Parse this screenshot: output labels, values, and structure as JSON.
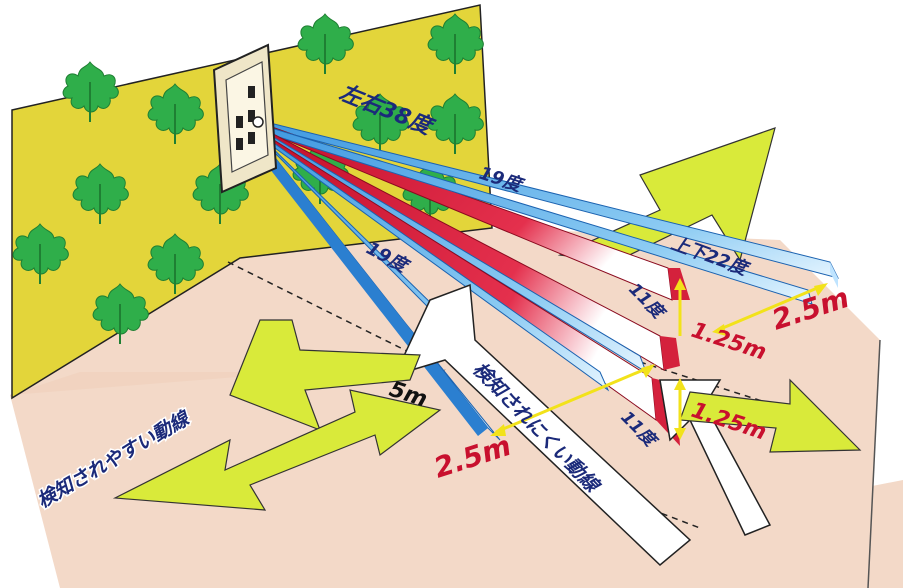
{
  "angles": {
    "horizontal_total": "左右38度",
    "horizontal_half_top": "19度",
    "horizontal_half_left": "19度",
    "vertical_total": "上下22度",
    "vertical_half_upper": "11度",
    "vertical_half_lower": "11度"
  },
  "distances": {
    "range": "5m",
    "width_left": "2.5m",
    "width_right": "2.5m",
    "height_upper": "1.25m",
    "height_lower": "1.25m"
  },
  "paths": {
    "easy": "検知されやすい動線",
    "hard": "検知されにくい動線"
  },
  "colors": {
    "wall": "#e3d53a",
    "leaf": "#2fae4a",
    "floor": "#f3d9c8",
    "beam_blue": "#5fb2ea",
    "beam_red": "#d0122f",
    "arrow_green": "#d9ea3a",
    "dimension_yellow": "#f2e21a",
    "text_navy": "#1b2a7a",
    "text_red": "#c8102e"
  }
}
